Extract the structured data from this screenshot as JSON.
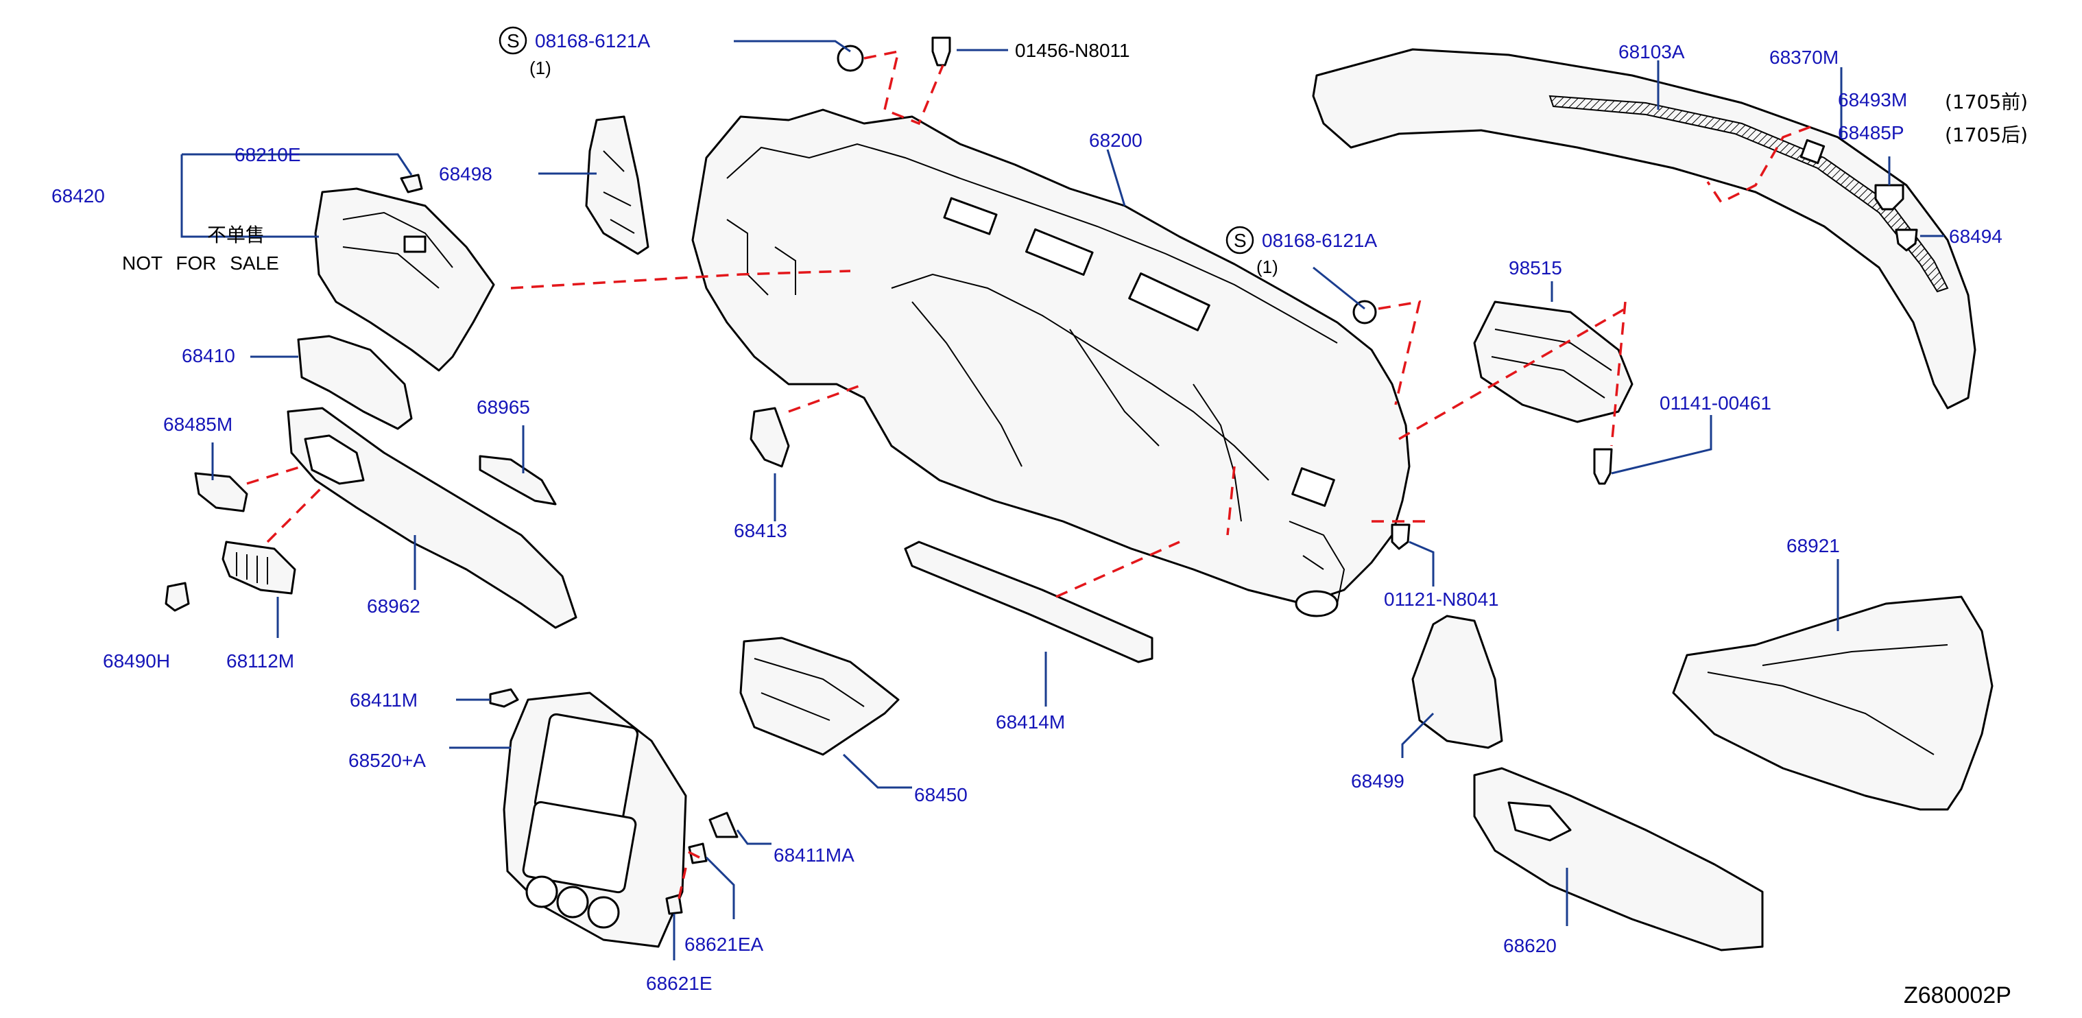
{
  "diagram": {
    "code": "Z680002P",
    "labels": {
      "p08168_top": "08168-6121A",
      "p08168_top_qty": "(1)",
      "p01456": "01456-N8011",
      "p68103A": "68103A",
      "p68370M": "68370M",
      "p68493M": "68493M",
      "p68493M_note": "(1705前)",
      "p68485P": "68485P",
      "p68485P_note": "(1705后)",
      "p68494": "68494",
      "p68420": "68420",
      "p68210E": "68210E",
      "not_for_sale_cn": "不单售",
      "not_for_sale_en": "NOT FOR SALE",
      "p68498": "68498",
      "p68200": "68200",
      "p08168_mid": "08168-6121A",
      "p08168_mid_qty": "(1)",
      "p98515": "98515",
      "p01141": "01141-00461",
      "p68410": "68410",
      "p68965": "68965",
      "p68485M": "68485M",
      "p68962": "68962",
      "p68490H": "68490H",
      "p68112M": "68112M",
      "p68413": "68413",
      "p01121": "01121-N8041",
      "p68921": "68921",
      "p68411M": "68411M",
      "p68520A": "68520+A",
      "p68450": "68450",
      "p68414M": "68414M",
      "p68499": "68499",
      "p68411MA": "68411MA",
      "p68621EA": "68621EA",
      "p68621E": "68621E",
      "p68620": "68620",
      "s_symbol": "S"
    }
  }
}
